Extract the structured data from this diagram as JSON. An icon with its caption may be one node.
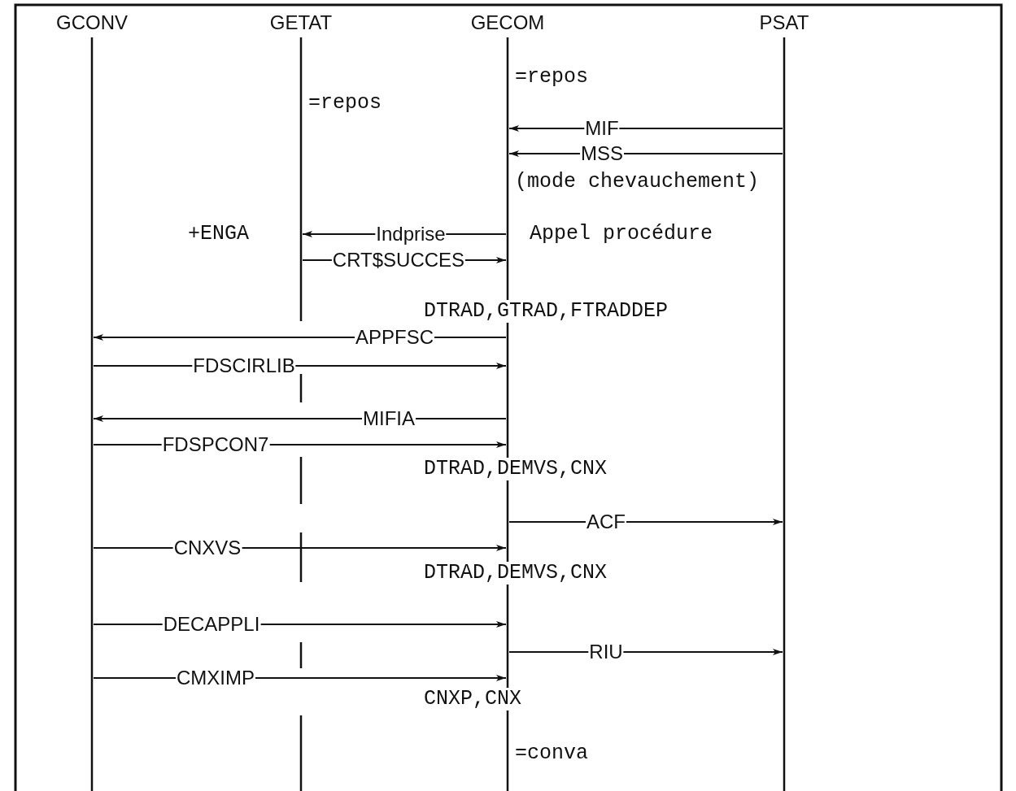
{
  "diagram": {
    "nodes": [
      {
        "text": [
          "GCONV"
        ]
      },
      {
        "text": [
          "GETAT"
        ]
      },
      {
        "text": [
          "GECOM"
        ]
      },
      {
        "text": [
          "PSAT"
        ]
      }
    ],
    "edges": [
      {
        "from": 3,
        "to": 2,
        "arrow": "to",
        "label": "MIF"
      },
      {
        "from": 3,
        "to": 2,
        "arrow": "to",
        "label": "MSS"
      },
      {
        "from": 2,
        "to": 1,
        "arrow": "to",
        "label": "Indprise"
      },
      {
        "from": 1,
        "to": 2,
        "arrow": "to",
        "label": "CRT$SUCCES"
      },
      {
        "from": 2,
        "to": 0,
        "arrow": "to",
        "label": "APPFSC"
      },
      {
        "from": 0,
        "to": 2,
        "arrow": "to",
        "label": "FDSCIRLIB"
      },
      {
        "from": 2,
        "to": 0,
        "arrow": "to",
        "label": "MIFIA"
      },
      {
        "from": 0,
        "to": 2,
        "arrow": "to",
        "label": "FDSPCON7"
      },
      {
        "from": 2,
        "to": 3,
        "arrow": "to",
        "label": "ACF"
      },
      {
        "from": 0,
        "to": 2,
        "arrow": "to",
        "label": "CNXVS"
      },
      {
        "from": 0,
        "to": 2,
        "arrow": "to",
        "label": "DECAPPLI"
      },
      {
        "from": 2,
        "to": 3,
        "arrow": "to",
        "label": "RIU"
      },
      {
        "from": 0,
        "to": 2,
        "arrow": "to",
        "label": "CMXIMP"
      }
    ],
    "labels": [
      "=repos",
      "=repos",
      "(mode chevauchement)",
      "+ENGA",
      "Appel procédure",
      "DTRAD,GTRAD,FTRADDEP",
      "DTRAD,DEMVS,CNX",
      "DTRAD,DEMVS,CNX",
      "CNXP,CNX",
      "=conva"
    ]
  }
}
